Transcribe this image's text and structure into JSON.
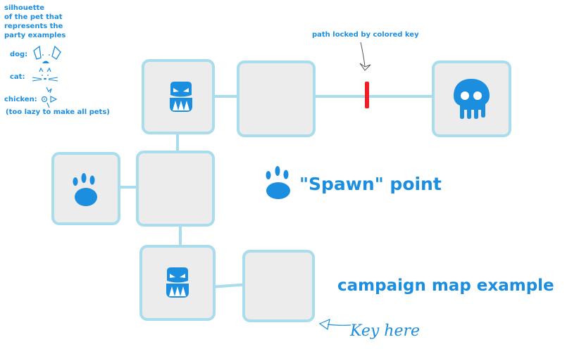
{
  "legend": {
    "title_lines": [
      "silhouette",
      "of the pet that",
      "represents the",
      "party examples"
    ],
    "pets": [
      {
        "label": "dog:",
        "icon": "dog-face-icon"
      },
      {
        "label": "cat:",
        "icon": "cat-face-icon"
      },
      {
        "label": "chicken:",
        "icon": "chicken-face-icon"
      }
    ],
    "note": "(too lazy to make all pets)"
  },
  "map": {
    "locked_path_label": "path locked by colored key",
    "spawn_label": "\"Spawn\" point",
    "caption": "campaign map example",
    "key_label": "Key here",
    "rooms": [
      {
        "id": "room-top-left",
        "icon": "monster-icon"
      },
      {
        "id": "room-top-middle",
        "icon": "none"
      },
      {
        "id": "room-boss",
        "icon": "skull-icon"
      },
      {
        "id": "room-spawn",
        "icon": "paw-icon"
      },
      {
        "id": "room-center",
        "icon": "none"
      },
      {
        "id": "room-bottom-left",
        "icon": "monster-icon"
      },
      {
        "id": "room-key",
        "icon": "none"
      }
    ]
  },
  "colors": {
    "accent": "#1b8ee0",
    "tile_border": "#a9dcec",
    "tile_fill": "#ececec",
    "lock": "#ee1c24"
  }
}
